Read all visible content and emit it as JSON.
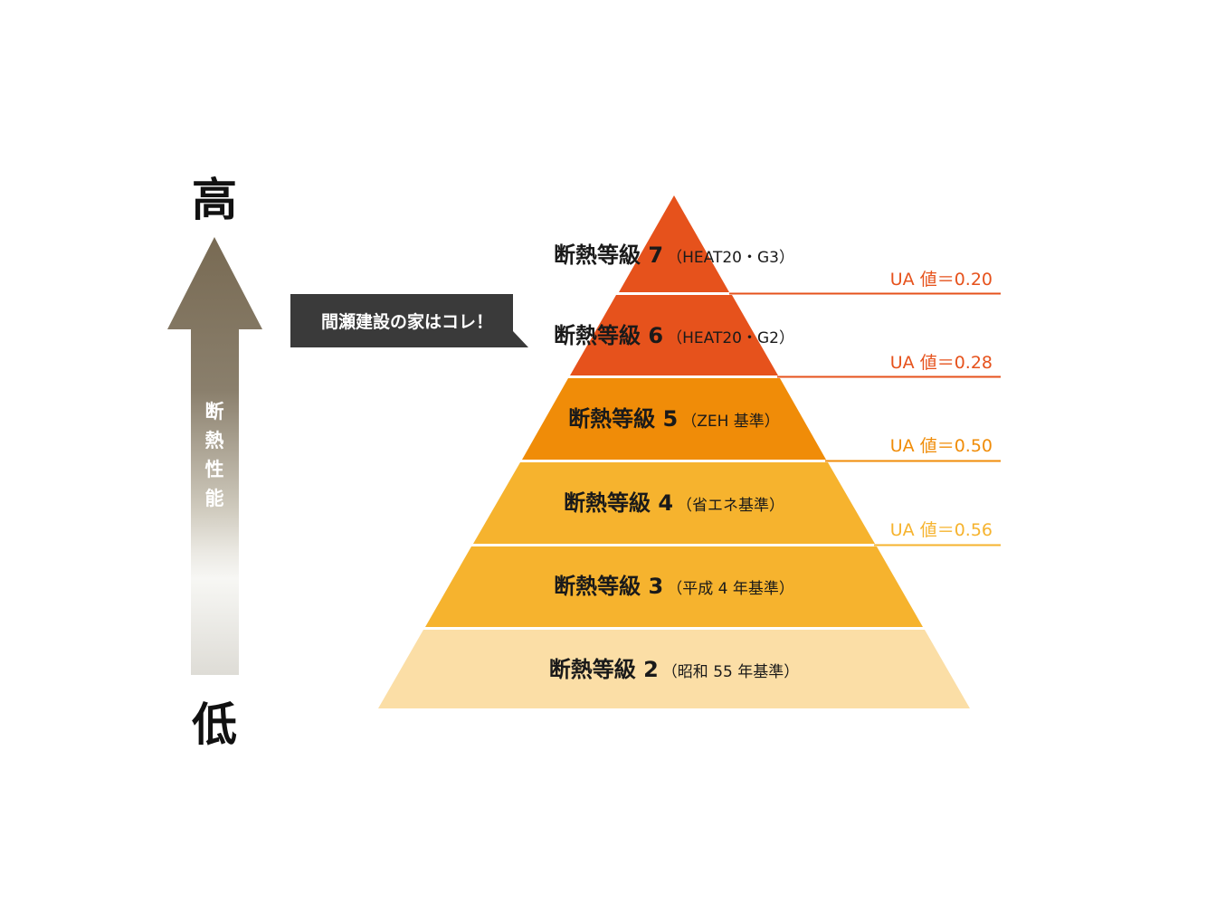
{
  "axis": {
    "high_label": "高",
    "low_label": "低",
    "arrow_label_chars": [
      "断",
      "熱",
      "性",
      "能"
    ],
    "arrow_color": "#786a53"
  },
  "callout": {
    "text": "間瀬建設の家はコレ！",
    "background": "#3a3a3a",
    "text_color": "#ffffff"
  },
  "levels": [
    {
      "title": "断熱等級 7",
      "sub": "（HEAT20・G3）",
      "color": "#e6521c"
    },
    {
      "title": "断熱等級 6",
      "sub": "（HEAT20・G2）",
      "color": "#e6521c"
    },
    {
      "title": "断熱等級 5",
      "sub": "（ZEH 基準）",
      "color": "#f08c08"
    },
    {
      "title": "断熱等級 4",
      "sub": "（省エネ基準）",
      "color": "#f6b32e"
    },
    {
      "title": "断熱等級 3",
      "sub": "（平成 4 年基準）",
      "color": "#f6b32e"
    },
    {
      "title": "断熱等級 2",
      "sub": "（昭和 55 年基準）",
      "color": "#fbdea6"
    }
  ],
  "ua_lines": [
    {
      "label": "UA 値＝0.20",
      "color": "#e6521c"
    },
    {
      "label": "UA 値＝0.28",
      "color": "#e6521c"
    },
    {
      "label": "UA 値＝0.50",
      "color": "#f08c08"
    },
    {
      "label": "UA 値＝0.56",
      "color": "#f6b32e"
    }
  ]
}
